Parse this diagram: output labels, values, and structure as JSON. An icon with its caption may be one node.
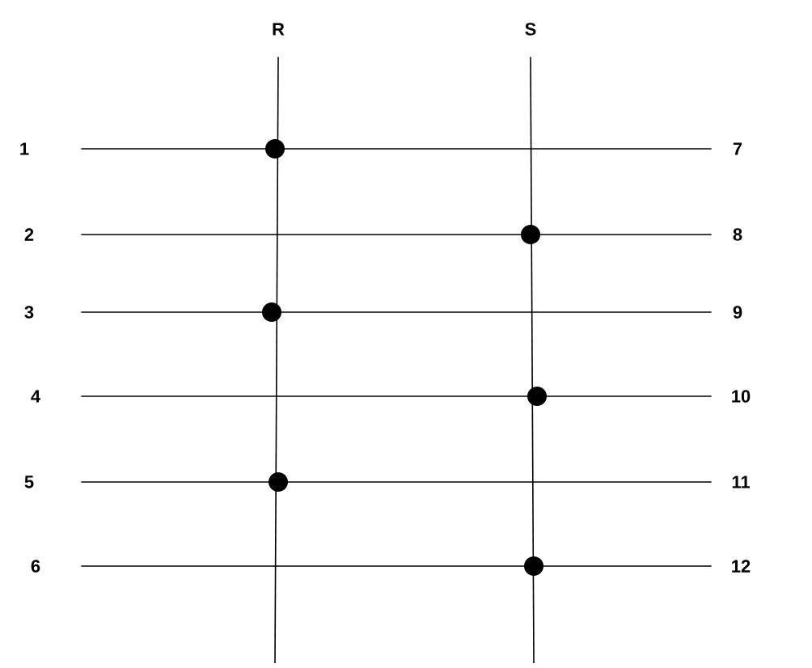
{
  "diagram": {
    "nodes": [
      {
        "text": [
          "R"
        ]
      },
      {
        "text": [
          "S"
        ]
      },
      {
        "text": [
          "1"
        ]
      },
      {
        "text": [
          "2"
        ]
      },
      {
        "text": [
          "3"
        ]
      },
      {
        "text": [
          "4"
        ]
      },
      {
        "text": [
          "5"
        ]
      },
      {
        "text": [
          "6"
        ]
      },
      {
        "text": [
          "7"
        ]
      },
      {
        "text": [
          "8"
        ]
      },
      {
        "text": [
          "9"
        ]
      },
      {
        "text": [
          "10"
        ]
      },
      {
        "text": [
          "11"
        ]
      },
      {
        "text": [
          "12"
        ]
      },
      {
        "text": [],
        "shape": "circle"
      },
      {
        "text": [],
        "shape": "circle"
      },
      {
        "text": [],
        "shape": "circle"
      },
      {
        "text": [],
        "shape": "circle"
      },
      {
        "text": [],
        "shape": "circle"
      },
      {
        "text": [],
        "shape": "circle"
      }
    ],
    "edges": [
      {
        "from": 0,
        "to": null,
        "arrow": "none"
      },
      {
        "from": 1,
        "to": null,
        "arrow": "none"
      },
      {
        "from": 2,
        "to": 8,
        "arrow": "none"
      },
      {
        "from": 3,
        "to": 9,
        "arrow": "none"
      },
      {
        "from": 4,
        "to": 10,
        "arrow": "none"
      },
      {
        "from": 5,
        "to": 11,
        "arrow": "none"
      },
      {
        "from": 6,
        "to": 12,
        "arrow": "none"
      },
      {
        "from": 7,
        "to": 13,
        "arrow": "none"
      }
    ]
  }
}
